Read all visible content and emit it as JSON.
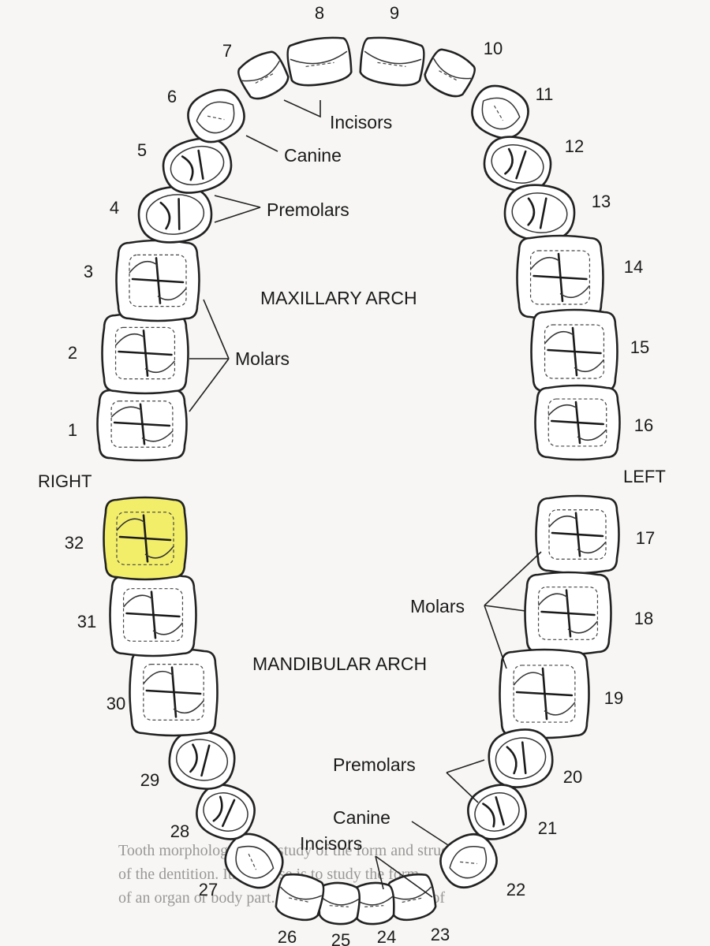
{
  "colors": {
    "highlight": "#f2ee6a",
    "outline": "#222222",
    "background": "#f7f6f4",
    "faded_text": "#9a9896"
  },
  "sides": {
    "right": "RIGHT",
    "left": "LEFT"
  },
  "maxillary": {
    "title": "MAXILLARY ARCH",
    "labels": {
      "incisors": "Incisors",
      "canine": "Canine",
      "premolars": "Premolars",
      "molars": "Molars"
    }
  },
  "mandibular": {
    "title": "MANDIBULAR ARCH",
    "labels": {
      "molars": "Molars",
      "premolars": "Premolars",
      "canine": "Canine",
      "incisors": "Incisors"
    }
  },
  "teeth": [
    {
      "number": "1",
      "type": "molar",
      "highlighted": false
    },
    {
      "number": "2",
      "type": "molar",
      "highlighted": false
    },
    {
      "number": "3",
      "type": "molar",
      "highlighted": false
    },
    {
      "number": "4",
      "type": "premolar",
      "highlighted": false
    },
    {
      "number": "5",
      "type": "premolar",
      "highlighted": false
    },
    {
      "number": "6",
      "type": "canine",
      "highlighted": false
    },
    {
      "number": "7",
      "type": "incisor",
      "highlighted": false
    },
    {
      "number": "8",
      "type": "incisor",
      "highlighted": false
    },
    {
      "number": "9",
      "type": "incisor",
      "highlighted": false
    },
    {
      "number": "10",
      "type": "incisor",
      "highlighted": false
    },
    {
      "number": "11",
      "type": "canine",
      "highlighted": false
    },
    {
      "number": "12",
      "type": "premolar",
      "highlighted": false
    },
    {
      "number": "13",
      "type": "premolar",
      "highlighted": false
    },
    {
      "number": "14",
      "type": "molar",
      "highlighted": false
    },
    {
      "number": "15",
      "type": "molar",
      "highlighted": false
    },
    {
      "number": "16",
      "type": "molar",
      "highlighted": false
    },
    {
      "number": "17",
      "type": "molar",
      "highlighted": false
    },
    {
      "number": "18",
      "type": "molar",
      "highlighted": false
    },
    {
      "number": "19",
      "type": "molar",
      "highlighted": false
    },
    {
      "number": "20",
      "type": "premolar",
      "highlighted": false
    },
    {
      "number": "21",
      "type": "premolar",
      "highlighted": false
    },
    {
      "number": "22",
      "type": "canine",
      "highlighted": false
    },
    {
      "number": "23",
      "type": "incisor",
      "highlighted": false
    },
    {
      "number": "24",
      "type": "incisor",
      "highlighted": false
    },
    {
      "number": "25",
      "type": "incisor",
      "highlighted": false
    },
    {
      "number": "26",
      "type": "incisor",
      "highlighted": false
    },
    {
      "number": "27",
      "type": "canine",
      "highlighted": false
    },
    {
      "number": "28",
      "type": "premolar",
      "highlighted": false
    },
    {
      "number": "29",
      "type": "premolar",
      "highlighted": false
    },
    {
      "number": "30",
      "type": "molar",
      "highlighted": false
    },
    {
      "number": "31",
      "type": "molar",
      "highlighted": false
    },
    {
      "number": "32",
      "type": "molar",
      "highlighted": true
    }
  ],
  "background_text": [
    "Tooth morphology is the study of the form and structure",
    "of the dentition. Its purpose is to study the form",
    "of an organ or body part. Adult dentition consists of"
  ]
}
